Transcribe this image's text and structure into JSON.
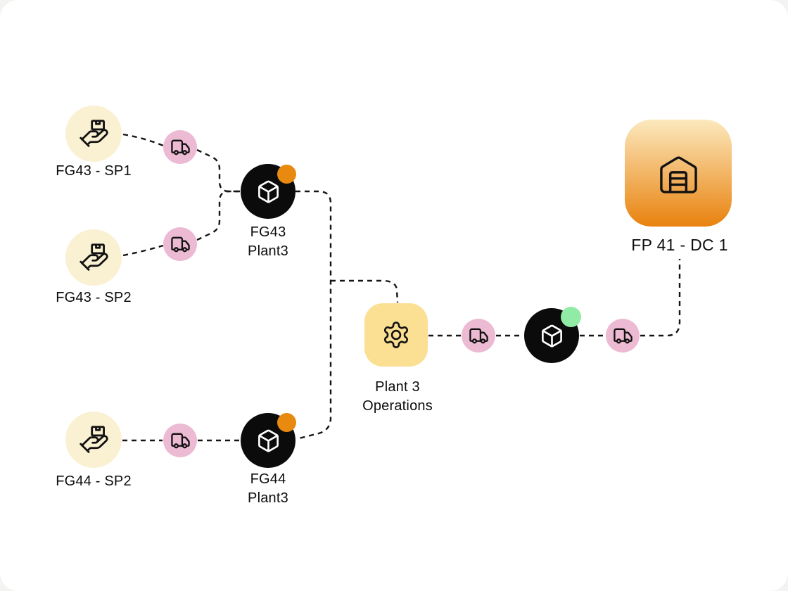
{
  "diagram": {
    "nodes": {
      "fg43_sp1": {
        "label": "FG43 - SP1",
        "type": "supplier"
      },
      "fg43_sp2": {
        "label": "FG43 - SP2",
        "type": "supplier"
      },
      "fg44_sp2": {
        "label": "FG44 - SP2",
        "type": "supplier"
      },
      "fg43_plant3": {
        "label_line1": "FG43",
        "label_line2": "Plant3",
        "status_color": "#E98A10"
      },
      "fg44_plant3": {
        "label_line1": "FG44",
        "label_line2": "Plant3",
        "status_color": "#E98A10"
      },
      "plant3_operations": {
        "label_line1": "Plant 3",
        "label_line2": "Operations"
      },
      "distribution_hub": {
        "status_color": "#90EBA5"
      },
      "fp41_dc1": {
        "label": "FP 41 - DC 1"
      }
    },
    "icons": {
      "supplier": "hand-box-icon",
      "transport": "truck-icon",
      "plant": "cube-icon",
      "operations": "gear-icon",
      "distribution_center": "warehouse-icon"
    },
    "colors": {
      "canvas": "#FFFFFF",
      "supplier_fill": "#FAF0D2",
      "transport_fill": "#ECBAD2",
      "plant_fill": "#0B0B0B",
      "operations_fill": "#FBDF93",
      "dc_gradient_top": "#FCE9BE",
      "dc_gradient_bottom": "#E8820E",
      "status_orange": "#E98A10",
      "status_green": "#90EBA5",
      "edge": "#141414"
    }
  }
}
